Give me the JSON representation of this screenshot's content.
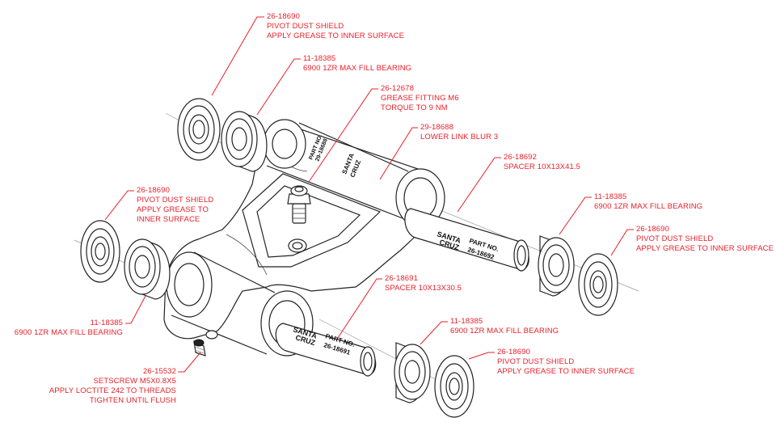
{
  "callouts": {
    "dust_shield_top": {
      "part_no": "26-18690",
      "lines": [
        "PIVOT DUST SHIELD",
        "APPLY GREASE TO INNER SURFACE"
      ]
    },
    "bearing_top": {
      "part_no": "11-18385",
      "lines": [
        "6900 1ZR MAX FILL BEARING"
      ]
    },
    "grease_fitting": {
      "part_no": "26-12678",
      "lines": [
        "GREASE FITTING M6",
        "TORQUE TO 9 NM"
      ]
    },
    "lower_link": {
      "part_no": "29-18688",
      "lines": [
        "LOWER LINK BLUR 3"
      ]
    },
    "spacer_long": {
      "part_no": "26-18692",
      "lines": [
        "SPACER 10X13X41.5"
      ]
    },
    "dust_shield_left": {
      "part_no": "26-18690",
      "lines": [
        "PIVOT DUST SHIELD",
        "APPLY GREASE TO",
        "INNER SURFACE"
      ]
    },
    "bearing_right_upper": {
      "part_no": "11-18385",
      "lines": [
        "6900 1ZR MAX FILL BEARING"
      ]
    },
    "dust_shield_right_upper": {
      "part_no": "26-18690",
      "lines": [
        "PIVOT DUST SHIELD",
        "APPLY GREASE TO INNER SURFACE"
      ]
    },
    "spacer_short": {
      "part_no": "26-18691",
      "lines": [
        "SPACER 10X13X30.5"
      ]
    },
    "bearing_left": {
      "part_no": "11-18385",
      "lines": [
        "6900 1ZR MAX FILL BEARING"
      ]
    },
    "bearing_right_lower": {
      "part_no": "11-18385",
      "lines": [
        "6900 1ZR MAX FILL BEARING"
      ]
    },
    "dust_shield_right_lower": {
      "part_no": "26-18690",
      "lines": [
        "PIVOT DUST SHIELD",
        "APPLY GREASE TO INNER SURFACE"
      ]
    },
    "setscrew": {
      "part_no": "26-15532",
      "lines": [
        "SETSCREW M5X0.8X5",
        "APPLY LOCTITE 242 TO THREADS",
        "TIGHTEN UNTIL FLUSH"
      ]
    }
  },
  "part_prints": {
    "long_spacer_brand": [
      "SANTA",
      "CRUZ"
    ],
    "long_spacer_part": [
      "PART NO.",
      "26-18692"
    ],
    "short_spacer_brand": [
      "SANTA",
      "CRUZ"
    ],
    "short_spacer_part": [
      "PART NO.",
      "26-18691"
    ],
    "link_print_a": [
      "PART NO.",
      "29-18688"
    ],
    "link_print_b": [
      "SANTA",
      "CRUZ"
    ]
  },
  "colors": {
    "callout": "#e8202a",
    "linework": "#222222",
    "background": "#ffffff"
  }
}
